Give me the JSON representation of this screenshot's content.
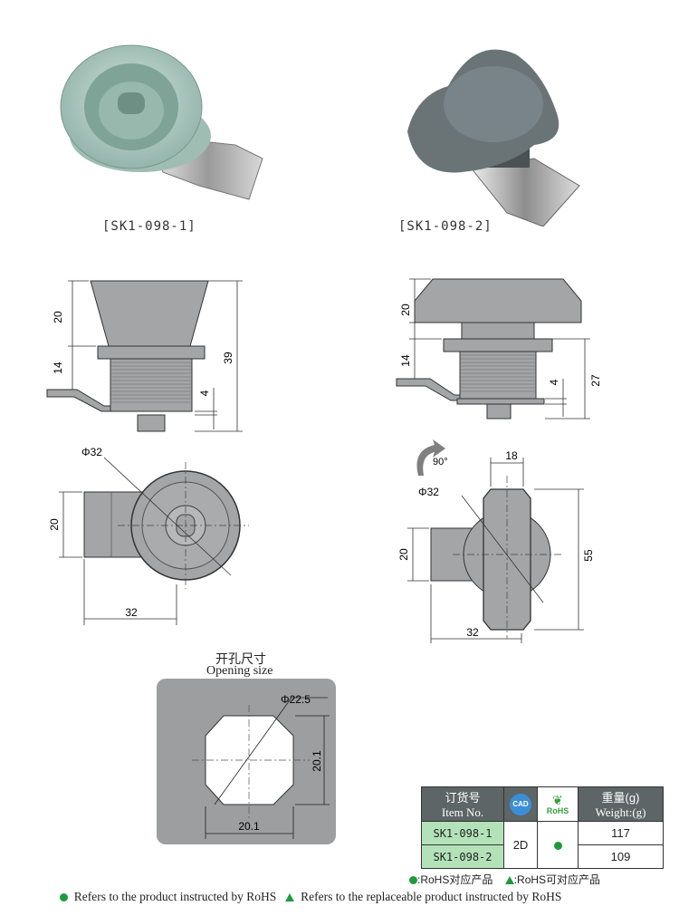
{
  "products": [
    {
      "caption": "[SK1-098-1]"
    },
    {
      "caption": "[SK1-098-2]"
    }
  ],
  "drawing1_side": {
    "dim_top": "20",
    "dim_mid": "14",
    "dim_total": "39",
    "dim_small": "4"
  },
  "drawing2_side": {
    "dim_top": "20",
    "dim_mid": "14",
    "dim_total": "27",
    "dim_small": "4"
  },
  "drawing1_front": {
    "diameter": "Φ32",
    "height": "20",
    "width": "32"
  },
  "drawing2_front": {
    "rotation": "90°",
    "diameter": "Φ32",
    "top_width": "18",
    "height": "20",
    "total_height": "55",
    "width": "32"
  },
  "opening": {
    "title_cn": "开孔尺寸",
    "title_en": "Opening size",
    "diameter": "Φ22.5",
    "height": "20.1",
    "width": "20.1"
  },
  "table": {
    "header_item_cn": "订货号",
    "header_item_en": "Item No.",
    "header_cad": "CAD",
    "header_rohs": "RoHS",
    "header_weight_cn": "重量(g)",
    "header_weight_en": "Weight:(g)",
    "cad_value": "2D",
    "rows": [
      {
        "item": "SK1-098-1",
        "weight": "117"
      },
      {
        "item": "SK1-098-2",
        "weight": "109"
      }
    ]
  },
  "legend": {
    "cn_rohs": ":RoHS对应产品",
    "cn_replaceable": ":RoHS可对应产品",
    "en_rohs": "Refers to the product instructed by RoHS",
    "en_replaceable": "Refers to the replaceable product instructed by RoHS"
  },
  "colors": {
    "rohs_green": "#1f9a3c",
    "item_bg": "#b3e2b9",
    "header_bg": "#5d6566",
    "part_gray": "#a3a5a6"
  }
}
